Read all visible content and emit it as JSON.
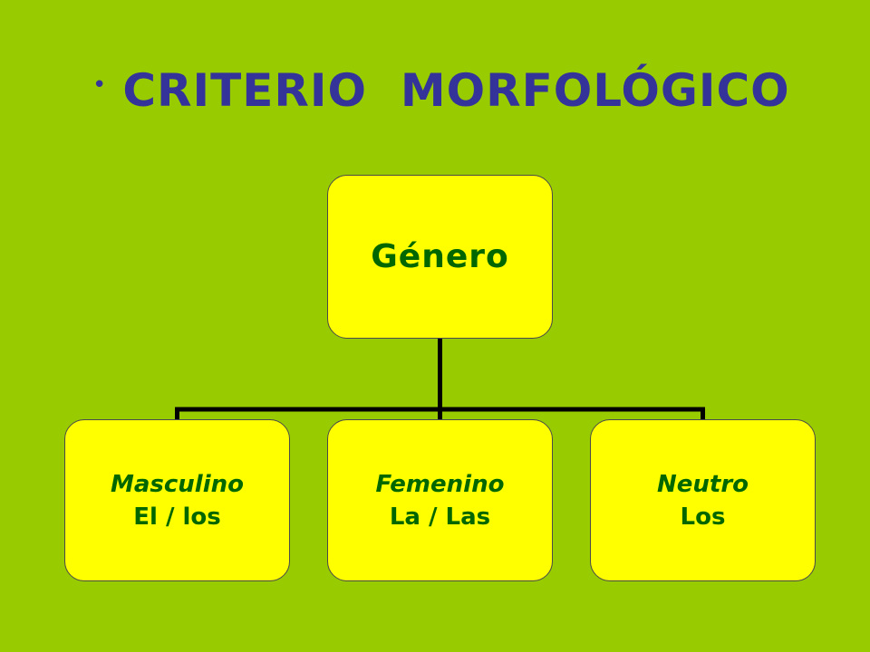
{
  "colors": {
    "background": "#99cc00",
    "title": "#333399",
    "node_fill": "#ffff00",
    "node_text": "#006600",
    "connector": "#000000"
  },
  "title": {
    "bullet": "•",
    "text": "CRITERIO  MORFOLÓGICO"
  },
  "diagram": {
    "root": {
      "label": "Género"
    },
    "children": [
      {
        "line1": "Masculino",
        "line2": "El / los"
      },
      {
        "line1": "Femenino",
        "line2": "La / Las"
      },
      {
        "line1": "Neutro",
        "line2": "Los"
      }
    ]
  }
}
